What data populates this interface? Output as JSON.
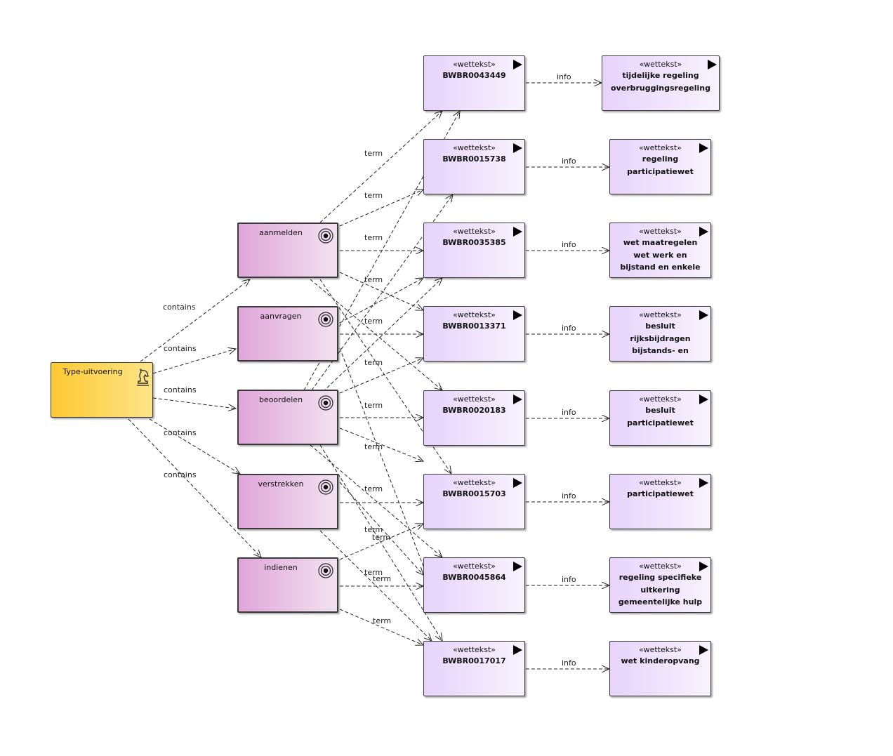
{
  "type_node": {
    "label": "Type-uitvoering",
    "icon": "knight-icon"
  },
  "functions": [
    {
      "id": "aanmelden",
      "label": "aanmelden",
      "icon": "goal-icon"
    },
    {
      "id": "aanvragen",
      "label": "aanvragen",
      "icon": "goal-icon"
    },
    {
      "id": "beoordelen",
      "label": "beoordelen",
      "icon": "goal-icon"
    },
    {
      "id": "verstrekken",
      "label": "verstrekken",
      "icon": "goal-icon"
    },
    {
      "id": "indienen",
      "label": "indienen",
      "icon": "goal-icon"
    }
  ],
  "laws": [
    {
      "id": "BWBR0043449",
      "stereotype": "«wettekst»",
      "label": "BWBR0043449",
      "icon": "play-icon"
    },
    {
      "id": "BWBR0015738",
      "stereotype": "«wettekst»",
      "label": "BWBR0015738",
      "icon": "play-icon"
    },
    {
      "id": "BWBR0035385",
      "stereotype": "«wettekst»",
      "label": "BWBR0035385",
      "icon": "play-icon"
    },
    {
      "id": "BWBR0013371",
      "stereotype": "«wettekst»",
      "label": "BWBR0013371",
      "icon": "play-icon"
    },
    {
      "id": "BWBR0020183",
      "stereotype": "«wettekst»",
      "label": "BWBR0020183",
      "icon": "play-icon"
    },
    {
      "id": "BWBR0015703",
      "stereotype": "«wettekst»",
      "label": "BWBR0015703",
      "icon": "play-icon"
    },
    {
      "id": "BWBR0045864",
      "stereotype": "«wettekst»",
      "label": "BWBR0045864",
      "icon": "play-icon"
    },
    {
      "id": "BWBR0017017",
      "stereotype": "«wettekst»",
      "label": "BWBR0017017",
      "icon": "play-icon"
    }
  ],
  "descriptions": [
    {
      "id": "d1",
      "stereotype": "«wettekst»",
      "label": "tijdelijke regeling\noverbruggingsregeling",
      "icon": "play-icon"
    },
    {
      "id": "d2",
      "stereotype": "«wettekst»",
      "label": "regeling\nparticipatiewet",
      "icon": "play-icon"
    },
    {
      "id": "d3",
      "stereotype": "«wettekst»",
      "label": "wet maatregelen\nwet werk en\nbijstand en enkele",
      "icon": "play-icon"
    },
    {
      "id": "d4",
      "stereotype": "«wettekst»",
      "label": "besluit\nrijksbijdragen\nbijstands- en",
      "icon": "play-icon"
    },
    {
      "id": "d5",
      "stereotype": "«wettekst»",
      "label": "besluit\nparticipatiewet",
      "icon": "play-icon"
    },
    {
      "id": "d6",
      "stereotype": "«wettekst»",
      "label": "participatiewet",
      "icon": "play-icon"
    },
    {
      "id": "d7",
      "stereotype": "«wettekst»",
      "label": "regeling specifieke\nuitkering\ngemeentelijke hulp",
      "icon": "play-icon"
    },
    {
      "id": "d8",
      "stereotype": "«wettekst»",
      "label": "wet kinderopvang",
      "icon": "play-icon"
    }
  ],
  "contains_label": "contains",
  "term_label": "term",
  "info_label": "info",
  "colors": {
    "type_fill_start": "#fdc931",
    "type_fill_end": "#fde489",
    "function_fill_start": "#dfa6d9",
    "function_fill_end": "#f2e2f1",
    "law_fill_start": "#e7d3fb",
    "law_fill_end": "#f8f3fe",
    "edge": "#222222"
  }
}
